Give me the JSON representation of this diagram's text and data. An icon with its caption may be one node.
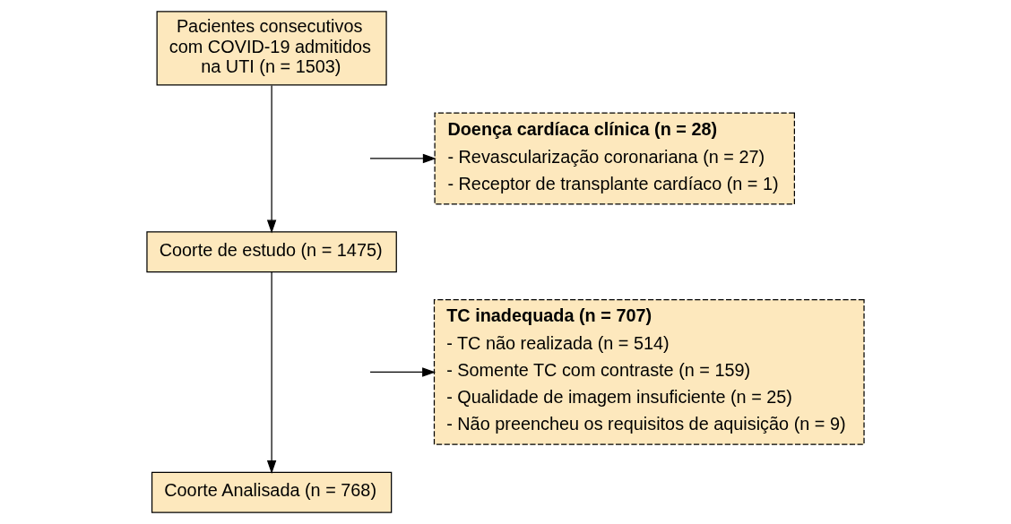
{
  "diagram": {
    "nodes": [
      {
        "text": [
          "Pacientes consecutivos com COVID-19 admitidos na UTI (n = 1503)"
        ]
      },
      {
        "text": [
          "Coorte de estudo (n = 1475)"
        ]
      },
      {
        "text": [
          "Coorte Analisada (n = 768)"
        ]
      },
      {
        "text": [
          "Doença cardíaca clínica (n = 28)",
          "- Revascularização coronariana (n = 27)",
          "- Receptor de transplante cardíaco (n = 1)"
        ]
      },
      {
        "text": [
          "TC inadequada (n = 707)",
          "- TC não realizada (n = 514)",
          "- Somente TC com contraste (n = 159)",
          "- Qualidade de imagem insuficiente (n = 25)",
          "- Não preencheu os requisitos de aquisição (n = 9)"
        ]
      }
    ],
    "edges": [
      {
        "from": 0,
        "to": 1,
        "arrow": "to"
      },
      {
        "from": null,
        "to": 3,
        "arrow": "to"
      },
      {
        "from": 1,
        "to": 2,
        "arrow": "to"
      },
      {
        "from": null,
        "to": 4,
        "arrow": "to"
      }
    ]
  }
}
